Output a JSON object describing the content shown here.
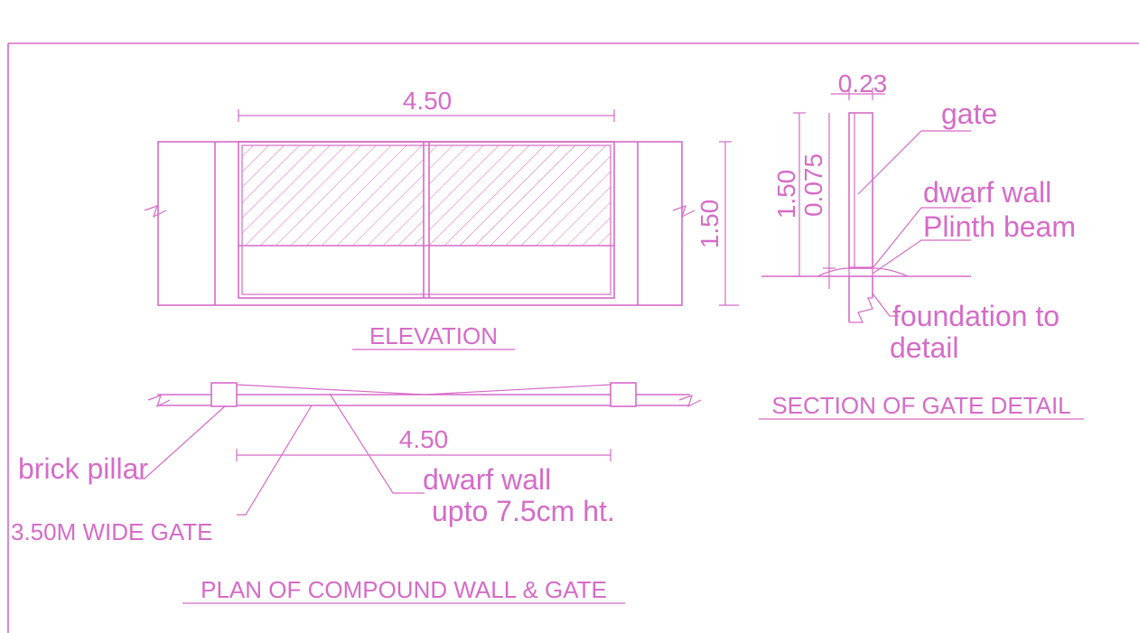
{
  "colors": {
    "line": "#d66bc8",
    "background": "#ffffff"
  },
  "elevation": {
    "width_dim": "4.50",
    "height_dim": "1.50",
    "title": "ELEVATION"
  },
  "plan": {
    "width_dim": "4.50",
    "title": "PLAN OF COMPOUND WALL & GATE",
    "labels": {
      "brick_pillar": "brick pillar",
      "gate_width": "3.50M WIDE GATE",
      "dwarf_wall_line1": "dwarf wall",
      "dwarf_wall_line2": "upto 7.5cm ht."
    }
  },
  "section": {
    "title": "SECTION OF GATE DETAIL",
    "top_dim": "0.23",
    "height_dim": "1.50",
    "dwarf_dim": "0.075",
    "labels": {
      "gate": "gate",
      "dwarf_wall": "dwarf wall",
      "plinth_beam": "Plinth beam",
      "foundation_line1": "foundation to",
      "foundation_line2": "detail"
    }
  }
}
